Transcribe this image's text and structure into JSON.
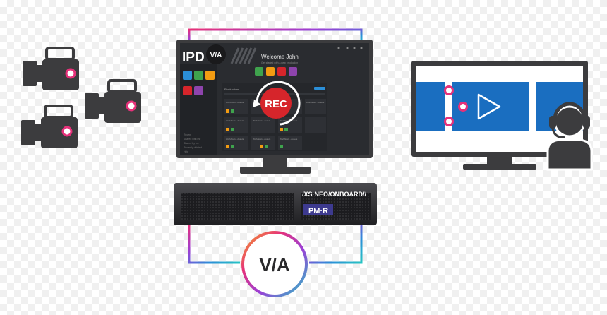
{
  "screen": {
    "logo_text": "IPD",
    "via_badge": "V/A",
    "welcome": "Welcome John",
    "subtitle": "Get started with a new production",
    "productions_label": "Productions",
    "rec_label": "REC",
    "sidebar_links": [
      "Recent",
      "Shared with me",
      "Shared by me",
      "Recently deleted",
      "Help"
    ],
    "tiles": [
      {
        "title": "Workflows - Assets"
      },
      {
        "title": "Workflows - Assets"
      },
      {
        "title": "Workflows - Assets"
      },
      {
        "title": "Workflows - Assets"
      },
      {
        "title": "Workflows - Assets"
      },
      {
        "title": "Workflows - Assets"
      },
      {
        "title": "Workflows - Assets"
      },
      {
        "title": "Workflows - Assets"
      }
    ]
  },
  "server": {
    "brand": "/XS·NEO/ONBOARD//",
    "badge": "PM·R"
  },
  "hub": {
    "label": "V/A"
  },
  "colors": {
    "device": "#3c3c3e",
    "screen_dark": "#2a2c30",
    "rec_red": "#d6252b",
    "display_blue": "#1a6ec0",
    "server_purple": "#3d3a8f",
    "wire_gradient": [
      "#f5a623",
      "#e6317a",
      "#9b3fd6",
      "#2b8fd8",
      "#27c4c4"
    ]
  },
  "icons": [
    "camera-icon",
    "camera-icon",
    "camera-icon",
    "monitor-icon",
    "rec-icon",
    "play-icon",
    "headset-user-icon",
    "server-icon",
    "via-hub-icon"
  ]
}
